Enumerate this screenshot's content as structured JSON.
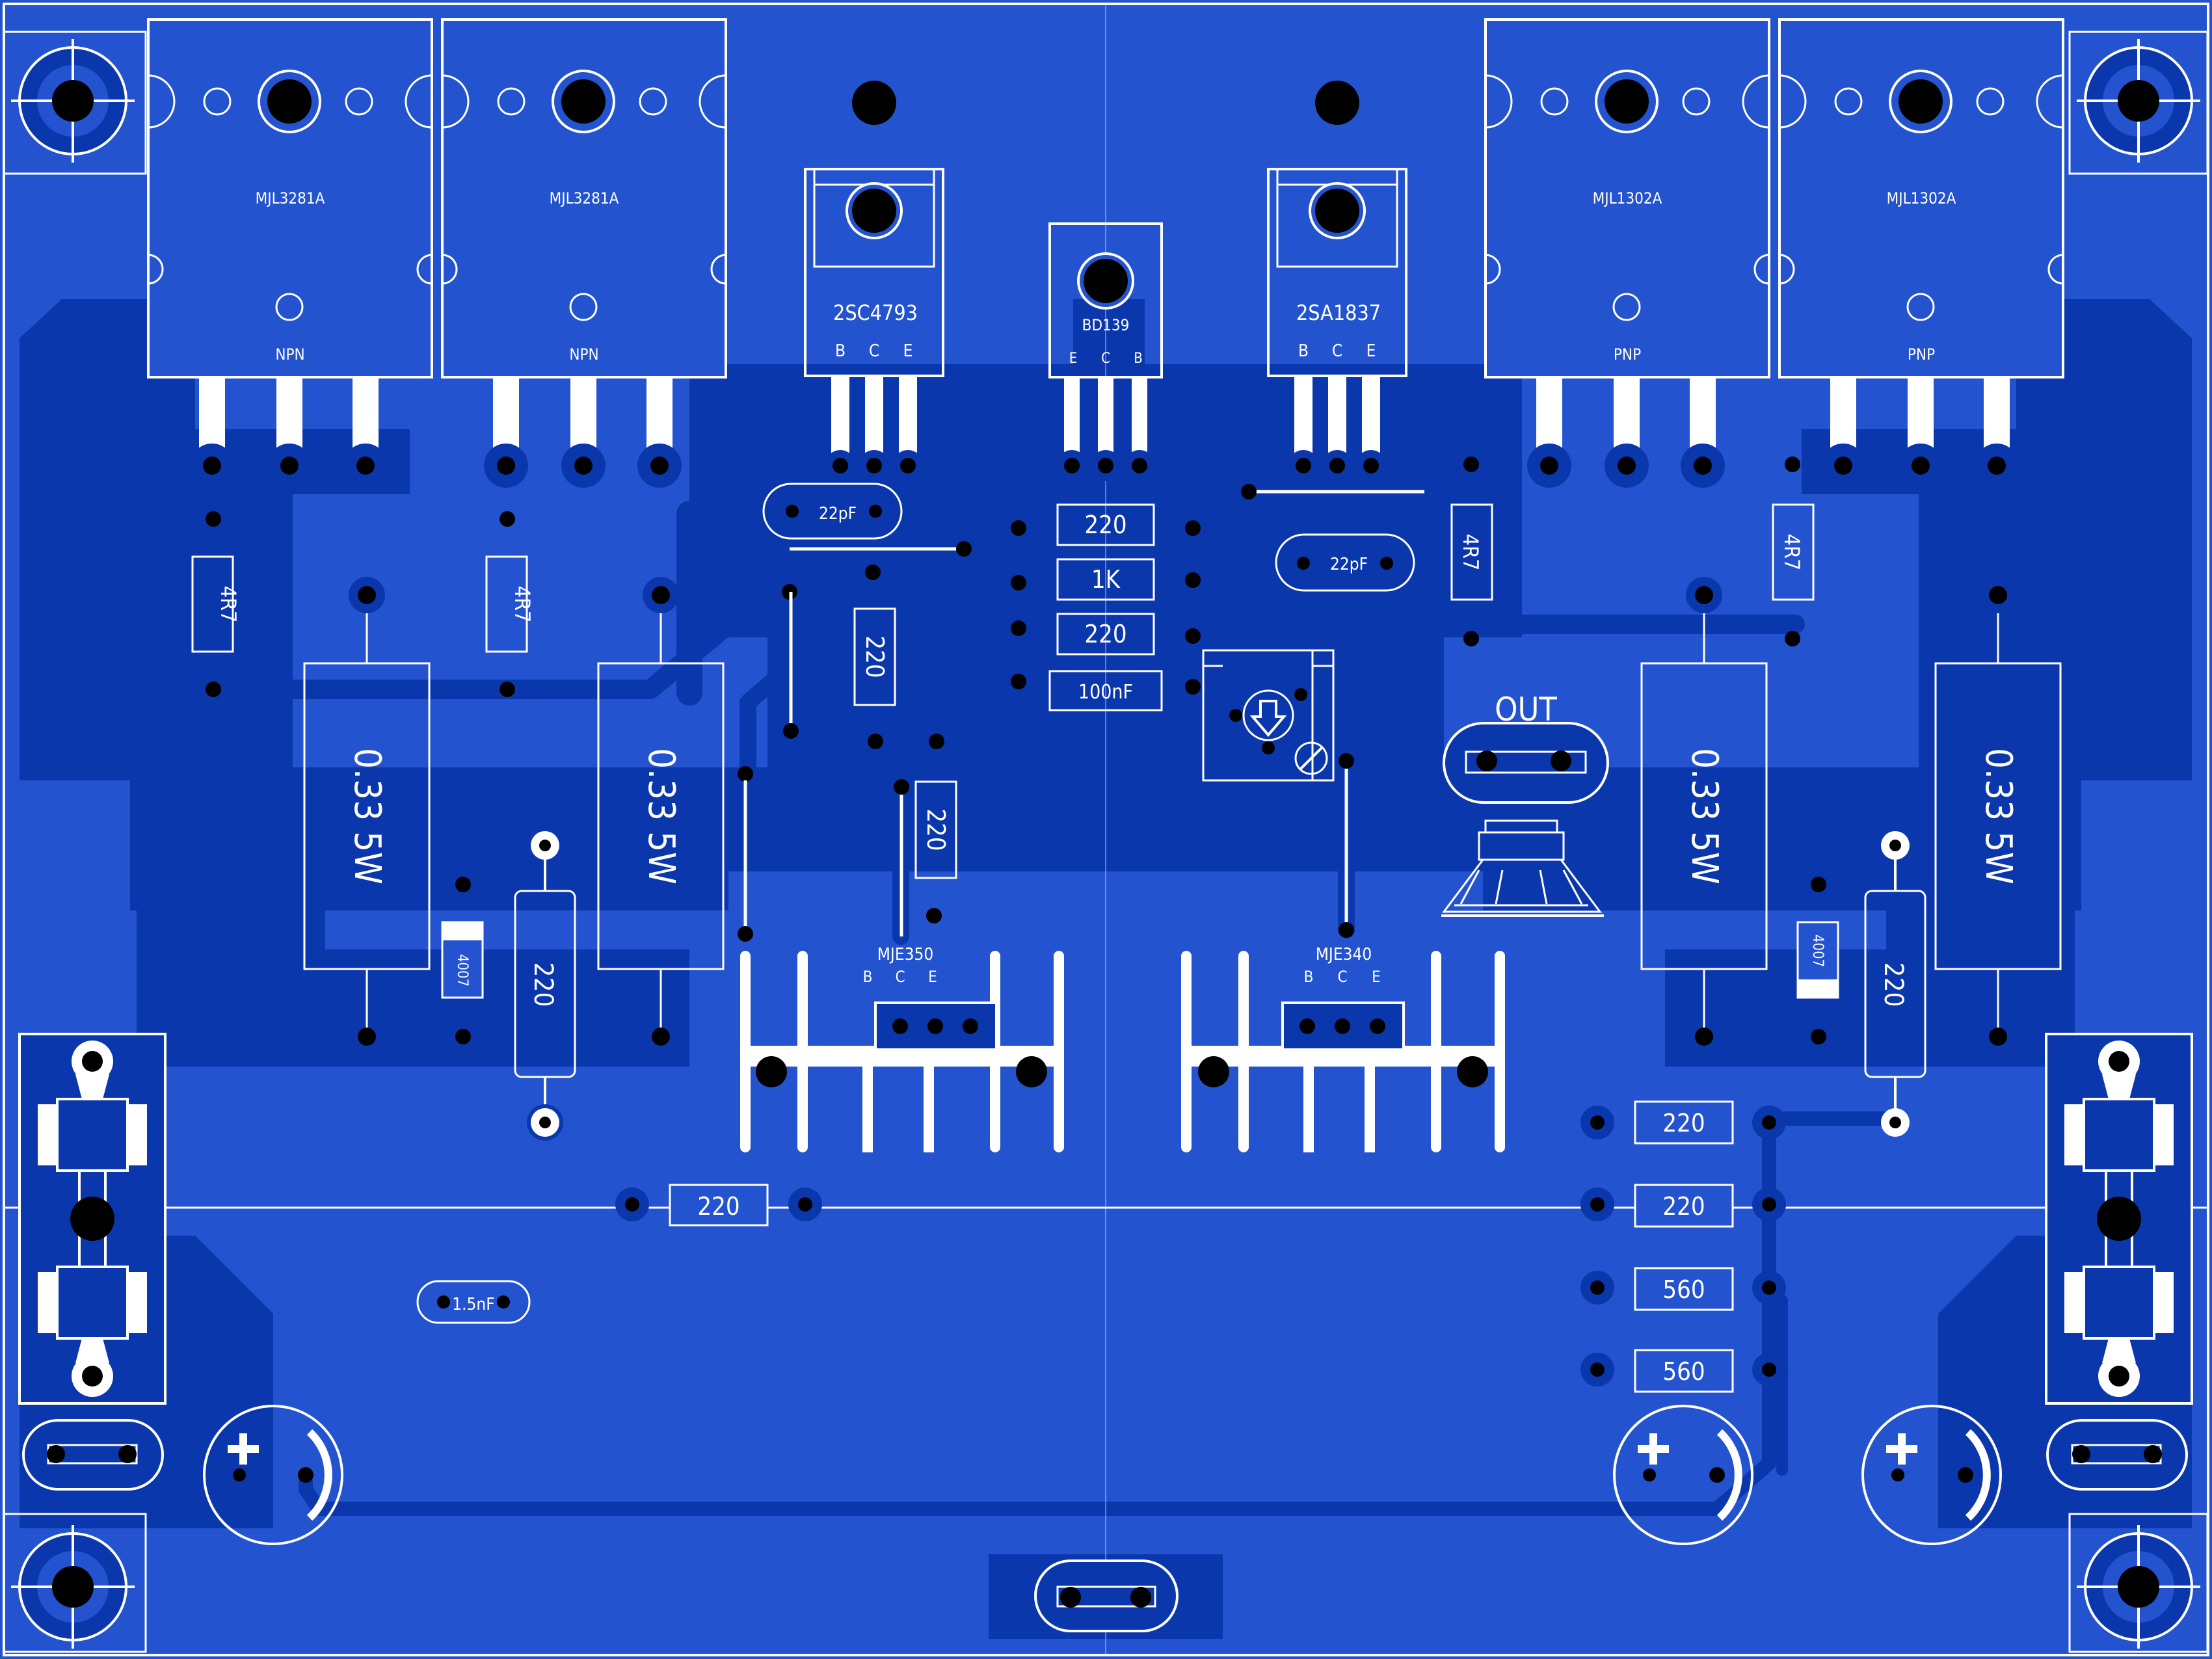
{
  "colors": {
    "board": "#2353cf",
    "copper": "#0b37ad",
    "silkscreen": "#ffffff",
    "hole": "#000000"
  },
  "power_transistors": [
    {
      "part": "MJL3281A",
      "type": "NPN"
    },
    {
      "part": "MJL3281A",
      "type": "NPN"
    },
    {
      "part": "MJL1302A",
      "type": "PNP"
    },
    {
      "part": "MJL1302A",
      "type": "PNP"
    }
  ],
  "driver_transistors": [
    {
      "part": "2SC4793",
      "pins": [
        "B",
        "C",
        "E"
      ]
    },
    {
      "part": "BD139",
      "pins": [
        "E",
        "C",
        "B"
      ]
    },
    {
      "part": "2SA1837",
      "pins": [
        "B",
        "C",
        "E"
      ]
    }
  ],
  "heatsink_transistors": [
    {
      "part": "MJE350",
      "pins": [
        "B",
        "C",
        "E"
      ]
    },
    {
      "part": "MJE340",
      "pins": [
        "B",
        "C",
        "E"
      ]
    }
  ],
  "resistor_labels": {
    "r_4r7": "4R7",
    "r_033": "0.33 5W",
    "r_220": "220",
    "r_1k": "1K",
    "r_560": "560"
  },
  "capacitor_labels": {
    "c_22p": "22pF",
    "c_100n": "100nF",
    "c_15n": "1.5nF"
  },
  "diode_label": "4007",
  "output_label": "OUT"
}
